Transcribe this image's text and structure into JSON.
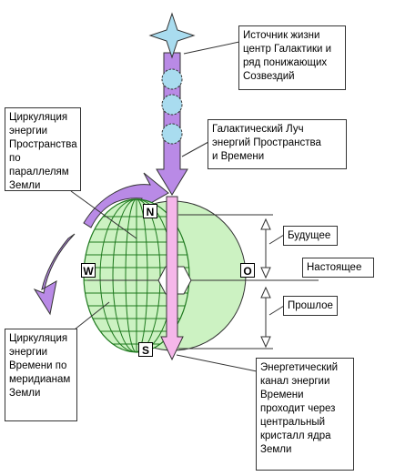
{
  "labels": {
    "source": "Источник жизни\nцентр Галактики и\nряд понижающих\nСозвездий",
    "circ_space": "Циркуляция\nэнергии\nПространства\nпо параллелям\nЗемли",
    "galactic_ray": "Галактический Луч\nэнергий  Пространства\nи  Времени",
    "future": "Будущее",
    "present": "Настоящее",
    "past": "Прошлое",
    "circ_time": "Циркуляция\nэнергии\nВремени по\nмеридианам\nЗемли",
    "channel": "Энергетический\nканал энергии\nВремени\nпроходит через\nцентральный\nкристалл ядра\nЗемли"
  },
  "compass": {
    "north": "N",
    "south": "S",
    "west": "W",
    "east": "O"
  },
  "colors": {
    "globe_green": "#ccf2c2",
    "grid_green": "#1f7a1f",
    "ray_purple": "#b98ae6",
    "channel_pink": "#f5b7ea",
    "star_blue": "#a9dcef",
    "outline": "#333333"
  }
}
